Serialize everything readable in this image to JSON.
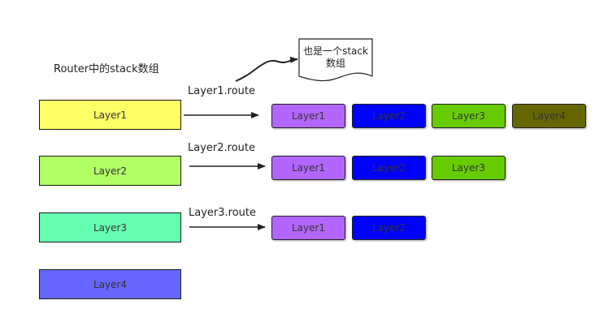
{
  "title": "Router中的stack数组",
  "note": {
    "line1": "也是一个stack",
    "line2": "数组"
  },
  "layers": [
    {
      "label": "Layer1",
      "color": "#ffff66"
    },
    {
      "label": "Layer2",
      "color": "#b2ff66"
    },
    {
      "label": "Layer3",
      "color": "#66ffb2"
    },
    {
      "label": "Layer4",
      "color": "#6666ff"
    }
  ],
  "routes": [
    {
      "label": "Layer1.route"
    },
    {
      "label": "Layer2.route"
    },
    {
      "label": "Layer3.route"
    }
  ],
  "stacks": [
    [
      {
        "label": "Layer1",
        "color": "#b266ff"
      },
      {
        "label": "Layer2",
        "color": "#0000ff"
      },
      {
        "label": "Layer3",
        "color": "#66cc00"
      },
      {
        "label": "Layer4",
        "color": "#666600"
      }
    ],
    [
      {
        "label": "Layer1",
        "color": "#b266ff"
      },
      {
        "label": "Layer2",
        "color": "#0000ff"
      },
      {
        "label": "Layer3",
        "color": "#66cc00"
      }
    ],
    [
      {
        "label": "Layer1",
        "color": "#b266ff"
      },
      {
        "label": "Layer2",
        "color": "#0000ff"
      }
    ]
  ]
}
